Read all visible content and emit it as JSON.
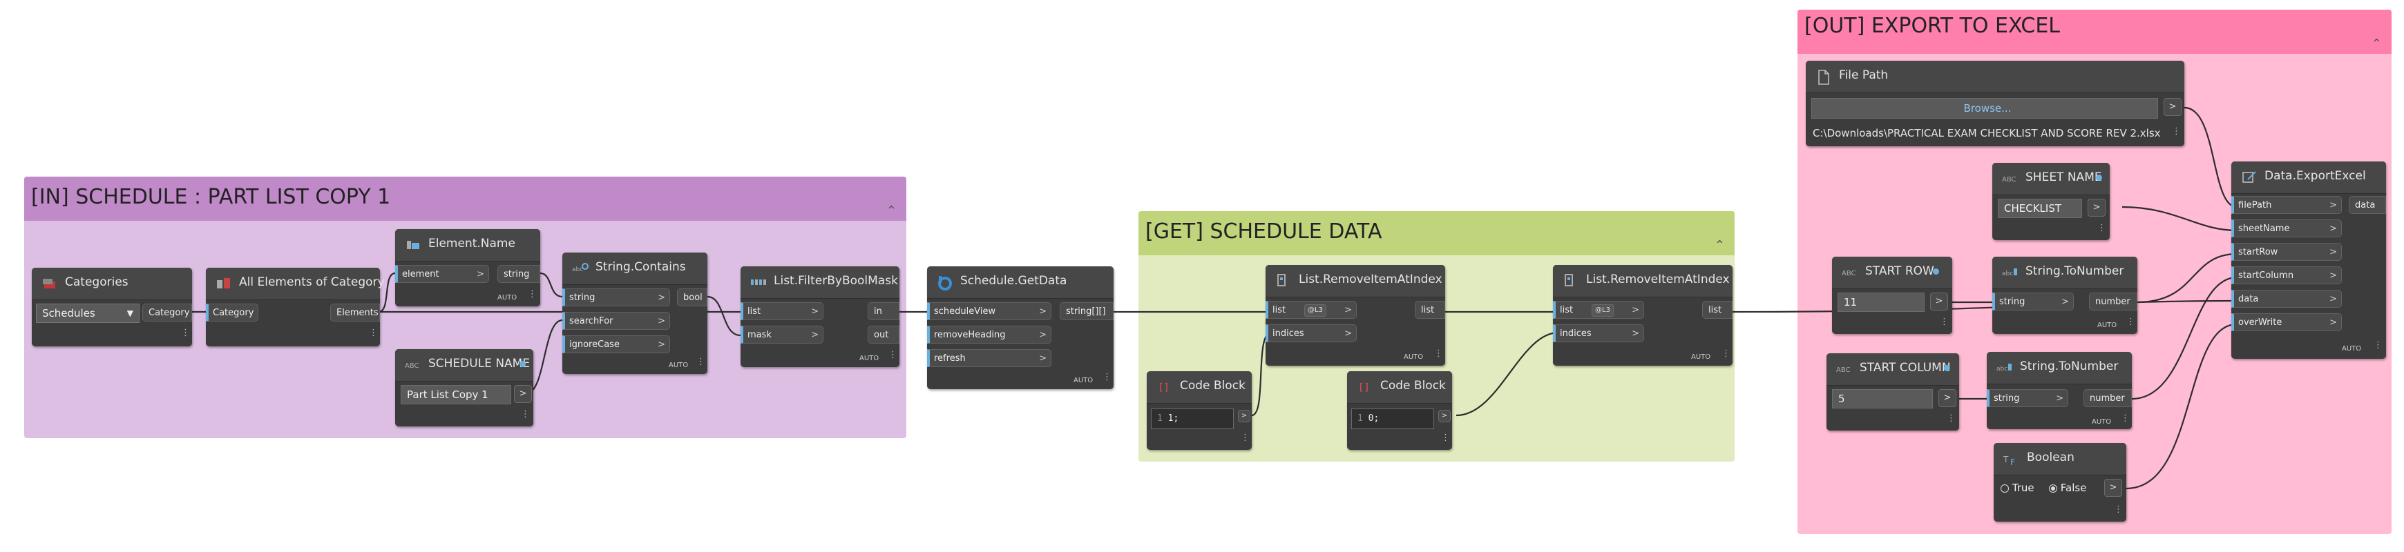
{
  "groups": [
    {
      "title": "[IN] SCHEDULE : PART LIST COPY 1",
      "head_color": "#c08ac9",
      "body_color": "#dcbfe3"
    },
    {
      "title": "[GET] SCHEDULE DATA",
      "head_color": "#c0d47c",
      "body_color": "#e2ebc0"
    },
    {
      "title": "[OUT] EXPORT TO EXCEL",
      "head_color": "#ff7fac",
      "body_color": "#ffbcd4"
    }
  ],
  "nodes": {
    "categories": {
      "title": "Categories",
      "selected": "Schedules",
      "output": "Category"
    },
    "all_elements": {
      "title": "All Elements of Category",
      "input": "Category",
      "output": "Elements"
    },
    "element_name": {
      "title": "Element.Name",
      "input": "element",
      "output": "string",
      "lacing": "AUTO"
    },
    "schedule_name": {
      "title": "SCHEDULE NAME",
      "value": "Part List Copy 1"
    },
    "string_contains": {
      "title": "String.Contains",
      "inputs": [
        "string",
        "searchFor",
        "ignoreCase"
      ],
      "output": "bool",
      "lacing": "AUTO"
    },
    "filter_bool_mask": {
      "title": "List.FilterByBoolMask",
      "inputs": [
        "list",
        "mask"
      ],
      "outputs": [
        "in",
        "out"
      ],
      "lacing": "AUTO"
    },
    "schedule_getdata": {
      "title": "Schedule.GetData",
      "inputs": [
        "scheduleView",
        "removeHeading",
        "refresh"
      ],
      "output": "string[][]",
      "lacing": "AUTO"
    },
    "remove_item_1": {
      "title": "List.RemoveItemAtIndex",
      "inputs": [
        "list",
        "indices"
      ],
      "level": "@L3",
      "output": "list",
      "lacing": "AUTO"
    },
    "code_block_1": {
      "title": "Code Block",
      "code": "1;"
    },
    "code_block_2": {
      "title": "Code Block",
      "code": "0;"
    },
    "remove_item_2": {
      "title": "List.RemoveItemAtIndex",
      "inputs": [
        "list",
        "indices"
      ],
      "level": "@L3",
      "output": "list",
      "lacing": "AUTO"
    },
    "file_path": {
      "title": "File Path",
      "button": "Browse...",
      "path": "C:\\Downloads\\PRACTICAL EXAM CHECKLIST AND SCORE REV 2.xlsx"
    },
    "sheet_name": {
      "title": "SHEET NAME",
      "value": "CHECKLIST"
    },
    "start_row": {
      "title": "START ROW",
      "value": "11"
    },
    "to_number_1": {
      "title": "String.ToNumber",
      "input": "string",
      "output": "number",
      "lacing": "AUTO"
    },
    "start_column": {
      "title": "START COLUMN",
      "value": "5"
    },
    "to_number_2": {
      "title": "String.ToNumber",
      "input": "string",
      "output": "number",
      "lacing": "AUTO"
    },
    "boolean": {
      "title": "Boolean",
      "true_label": "True",
      "false_label": "False",
      "selected": "False"
    },
    "export_excel": {
      "title": "Data.ExportExcel",
      "inputs": [
        "filePath",
        "sheetName",
        "startRow",
        "startColumn",
        "data",
        "overWrite"
      ],
      "output": "data",
      "lacing": "AUTO"
    }
  },
  "colors": {
    "wire": "#2d2d2d",
    "port_accent": "#6ab0de",
    "node_body": "#3c3c3c",
    "node_header": "#474747"
  }
}
